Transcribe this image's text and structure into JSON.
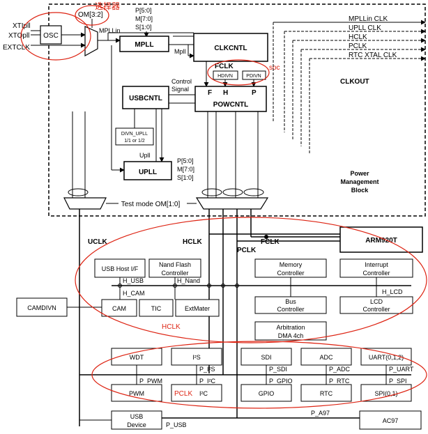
{
  "inputs": {
    "xtipll": "XTIpll",
    "xtopll": "XTOpll",
    "extclk": "EXTCLK"
  },
  "osc": "OSC",
  "om32": "OM[3:2]",
  "selector_note": "选择器",
  "pms_top": [
    "P[5:0]",
    "M[7:0]",
    "S[1:0]"
  ],
  "mpllin": "MPLLin",
  "mpll": "MPLL",
  "mpll_out": "Mpll",
  "clkcntl": "CLKCNTL",
  "fclk_label": "FCLK",
  "hdivn": "HDIVN",
  "pdivn": "PDIVN",
  "soc_note": "soc",
  "outputs": [
    "MPLLin CLK",
    "UPLL CLK",
    "HCLK",
    "PCLK",
    "RTC XTAL CLK"
  ],
  "clkout": "CLKOUT",
  "control_signal": [
    "Control",
    "Signal"
  ],
  "fhp": [
    "F",
    "H",
    "P"
  ],
  "usbcntl": "USBCNTL",
  "powcntl": "POWCNTL",
  "divn_upll": [
    "DIVN_UPLL",
    "1/1 or 1/2"
  ],
  "upll_out": "Upll",
  "upll": "UPLL",
  "pms_bottom": [
    "P[5:0]",
    "M[7:0]",
    "S[1:0]"
  ],
  "power_block": [
    "Power",
    "Management",
    "Block"
  ],
  "test_mode": "Test mode OM[1:0]",
  "uclk": "UCLK",
  "hclk_bus": "HCLK",
  "fclk_bus": "FCLK",
  "pclk_bus": "PCLK",
  "arm": "ARM920T",
  "ahb": {
    "usb_host": "USB Host I/F",
    "nand": [
      "Nand Flash",
      "Controller"
    ],
    "memory": [
      "Memory",
      "Controller"
    ],
    "interrupt": [
      "Interrupt",
      "Controller"
    ],
    "h_usb": "H_USB",
    "h_nand": "H_Nand",
    "h_cam": "H_CAM",
    "h_lcd": "H_LCD",
    "cam": "CAM",
    "tic": "TIC",
    "extmater": "ExtMater",
    "bus": [
      "Bus",
      "Controller"
    ],
    "lcd": [
      "LCD",
      "Controller"
    ],
    "arbitration": [
      "Arbitration",
      "DMA 4ch"
    ]
  },
  "camdivn": "CAMDIVN",
  "hclk_note": "HCLK",
  "apb": {
    "wdt": "WDT",
    "i2s_top": "I²S",
    "sdi": "SDI",
    "adc": "ADC",
    "uart": "UART(0,1,2)",
    "p_pwm": "P_PWM",
    "p_i2s": "P_I²S",
    "p_i2c": "P_I²C",
    "p_sdi": "P_SDI",
    "p_gpio": "P_GPIO",
    "p_adc": "P_ADC",
    "p_rtc": "P_RTC",
    "p_uart": "P_UART",
    "p_spi": "P_SPI",
    "pwm": "PWM",
    "i2c": "I²C",
    "gpio": "GPIO",
    "rtc": "RTC",
    "spi": "SPI(0,1)"
  },
  "pclk_note": "PCLK",
  "usb_device": [
    "USB",
    "Device"
  ],
  "p_usb": "P_USB",
  "p_a97": "P_A97",
  "ac97": "AC97"
}
